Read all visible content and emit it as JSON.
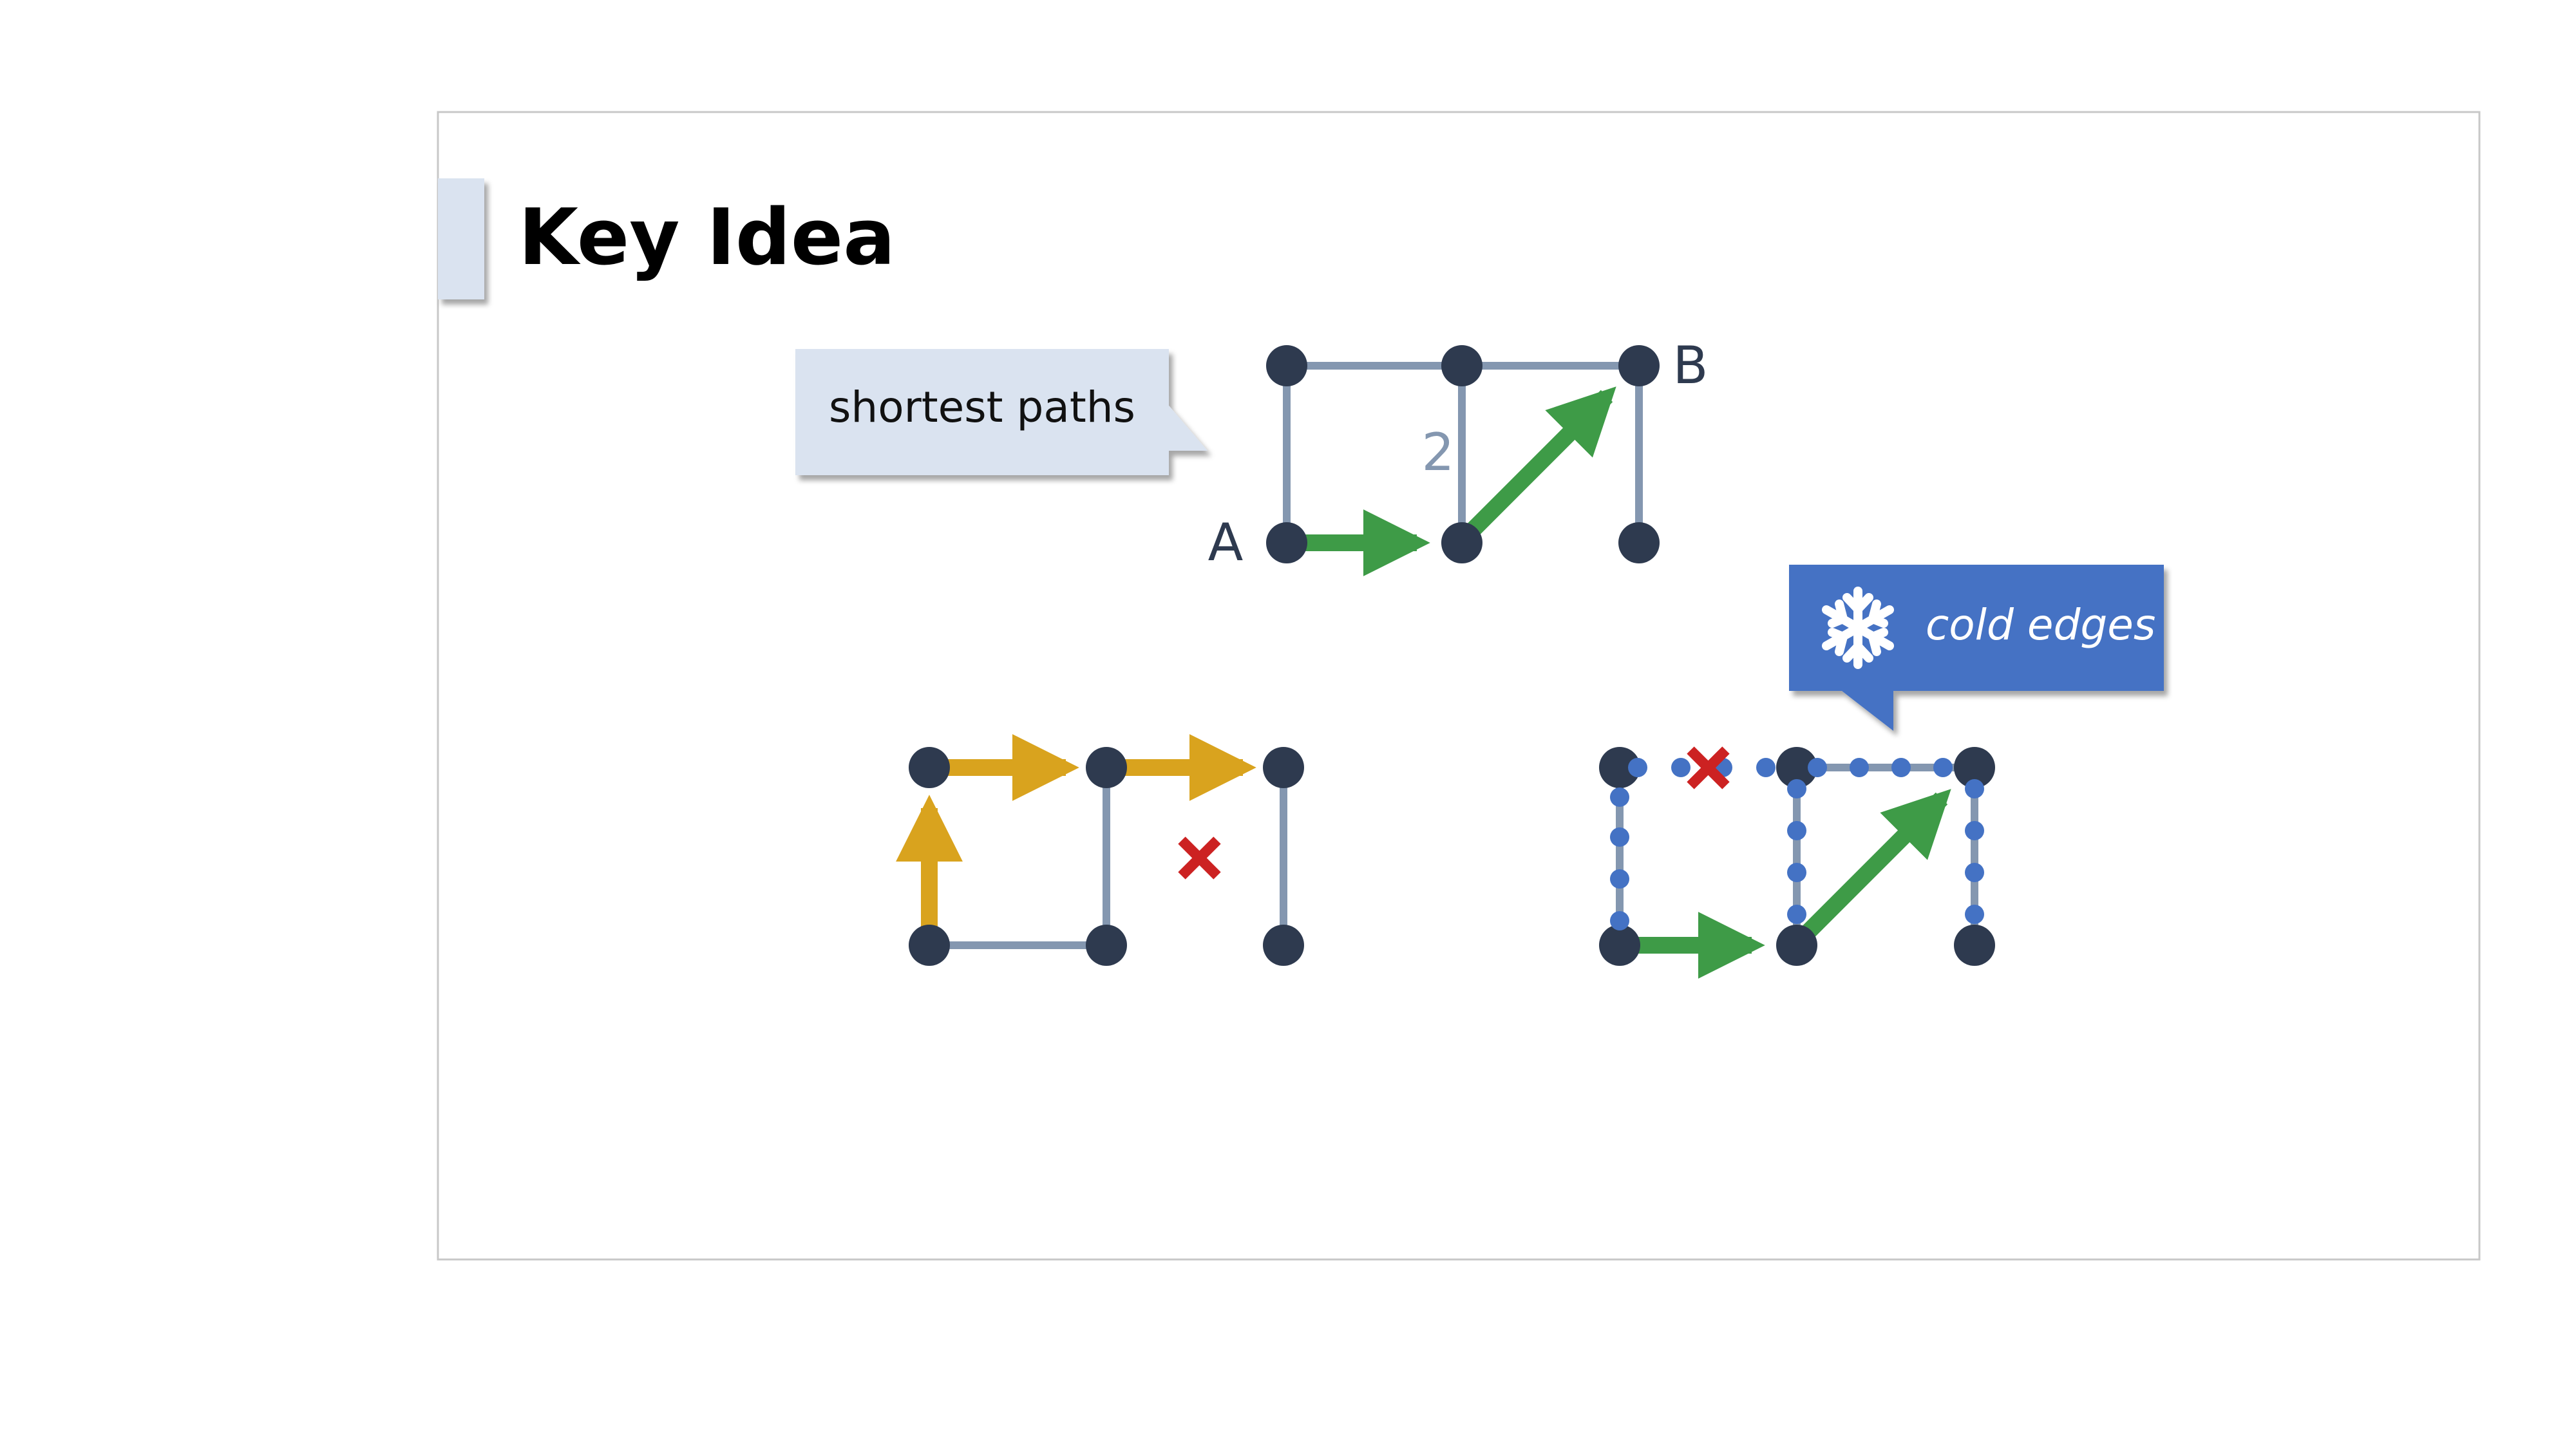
{
  "slide": {
    "title": "Key Idea"
  },
  "callouts": {
    "shortest_paths": "shortest paths",
    "cold_edges": "cold edges"
  },
  "graph_top": {
    "label_a": "A",
    "label_b": "B",
    "edge_weight": "2"
  },
  "colors": {
    "node": "#2e3a4f",
    "edge": "#8497b0",
    "path_green": "#3e9b47",
    "path_orange": "#d9a31e",
    "cross_red": "#cc2222",
    "cold_blue": "#4472c4",
    "callout_fill": "#dae3f0",
    "frame": "#c8c8c8"
  },
  "icons": {
    "cold_callout_icon": "snowflake-icon"
  }
}
